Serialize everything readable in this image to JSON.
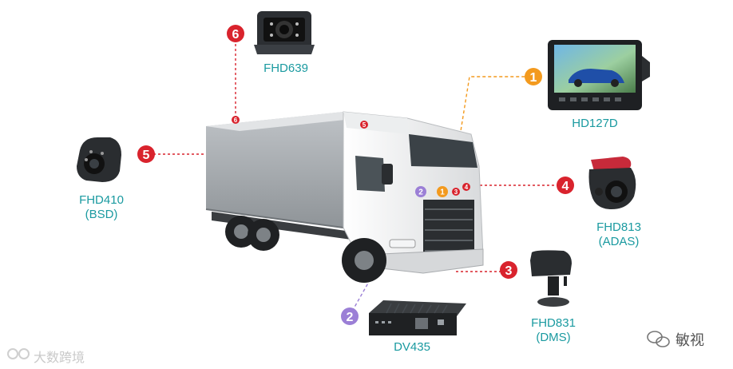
{
  "colors": {
    "red": "#d9232d",
    "orange": "#f39a1e",
    "purple": "#9b7fd6",
    "label": "#1a9aa0"
  },
  "markers": [
    {
      "num": "1",
      "color": "orange"
    },
    {
      "num": "2",
      "color": "purple"
    },
    {
      "num": "3",
      "color": "red"
    },
    {
      "num": "4",
      "color": "red"
    },
    {
      "num": "5",
      "color": "red"
    },
    {
      "num": "6",
      "color": "red"
    }
  ],
  "truck_markers": [
    "5",
    "6",
    "1",
    "2",
    "3",
    "4"
  ],
  "products": {
    "fhd639": {
      "name": "FHD639",
      "icon": "box-camera-icon"
    },
    "fhd127d": {
      "name": "HD127D",
      "icon": "monitor-icon"
    },
    "fhd410": {
      "name": "FHD410",
      "note": "(BSD)",
      "icon": "side-camera-icon"
    },
    "fhd813": {
      "name": "FHD813",
      "note": "(ADAS)",
      "icon": "dash-camera-icon"
    },
    "fhd831": {
      "name": "FHD831",
      "note": "(DMS)",
      "icon": "dms-camera-icon"
    },
    "dv435": {
      "name": "DV435",
      "icon": "dvr-icon"
    }
  },
  "watermarks": {
    "left": "大数跨境",
    "right": "敏视"
  }
}
